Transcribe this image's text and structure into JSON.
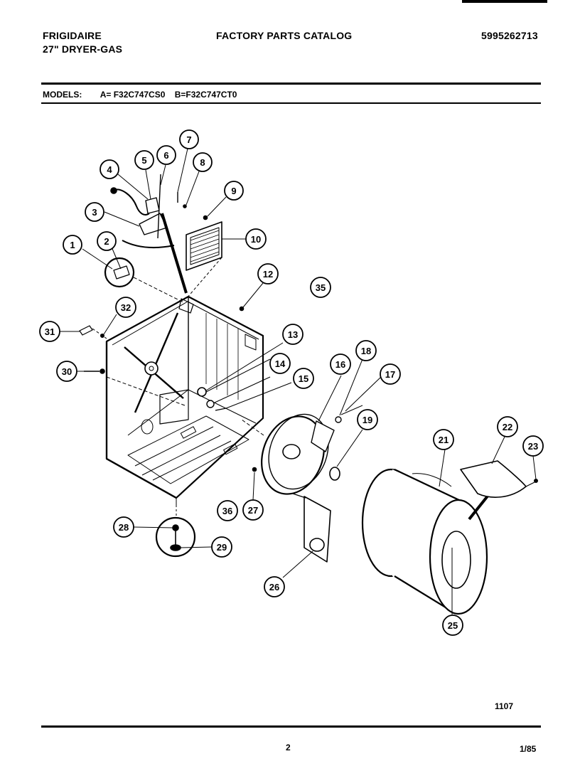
{
  "header": {
    "brand": "FRIGIDAIRE",
    "product": "27\" DRYER-GAS",
    "title": "FACTORY PARTS CATALOG",
    "part_number": "5995262713"
  },
  "models": {
    "label": "MODELS:",
    "model_a": "A= F32C747CS0",
    "model_b": "B=F32C747CT0"
  },
  "diagram": {
    "callouts": [
      "1",
      "2",
      "3",
      "4",
      "5",
      "6",
      "7",
      "8",
      "9",
      "10",
      "12",
      "13",
      "14",
      "15",
      "16",
      "17",
      "18",
      "19",
      "21",
      "22",
      "23",
      "25",
      "26",
      "27",
      "28",
      "29",
      "30",
      "31",
      "32",
      "35",
      "36"
    ]
  },
  "footer": {
    "code": "1107",
    "page": "2",
    "date": "1/85"
  }
}
